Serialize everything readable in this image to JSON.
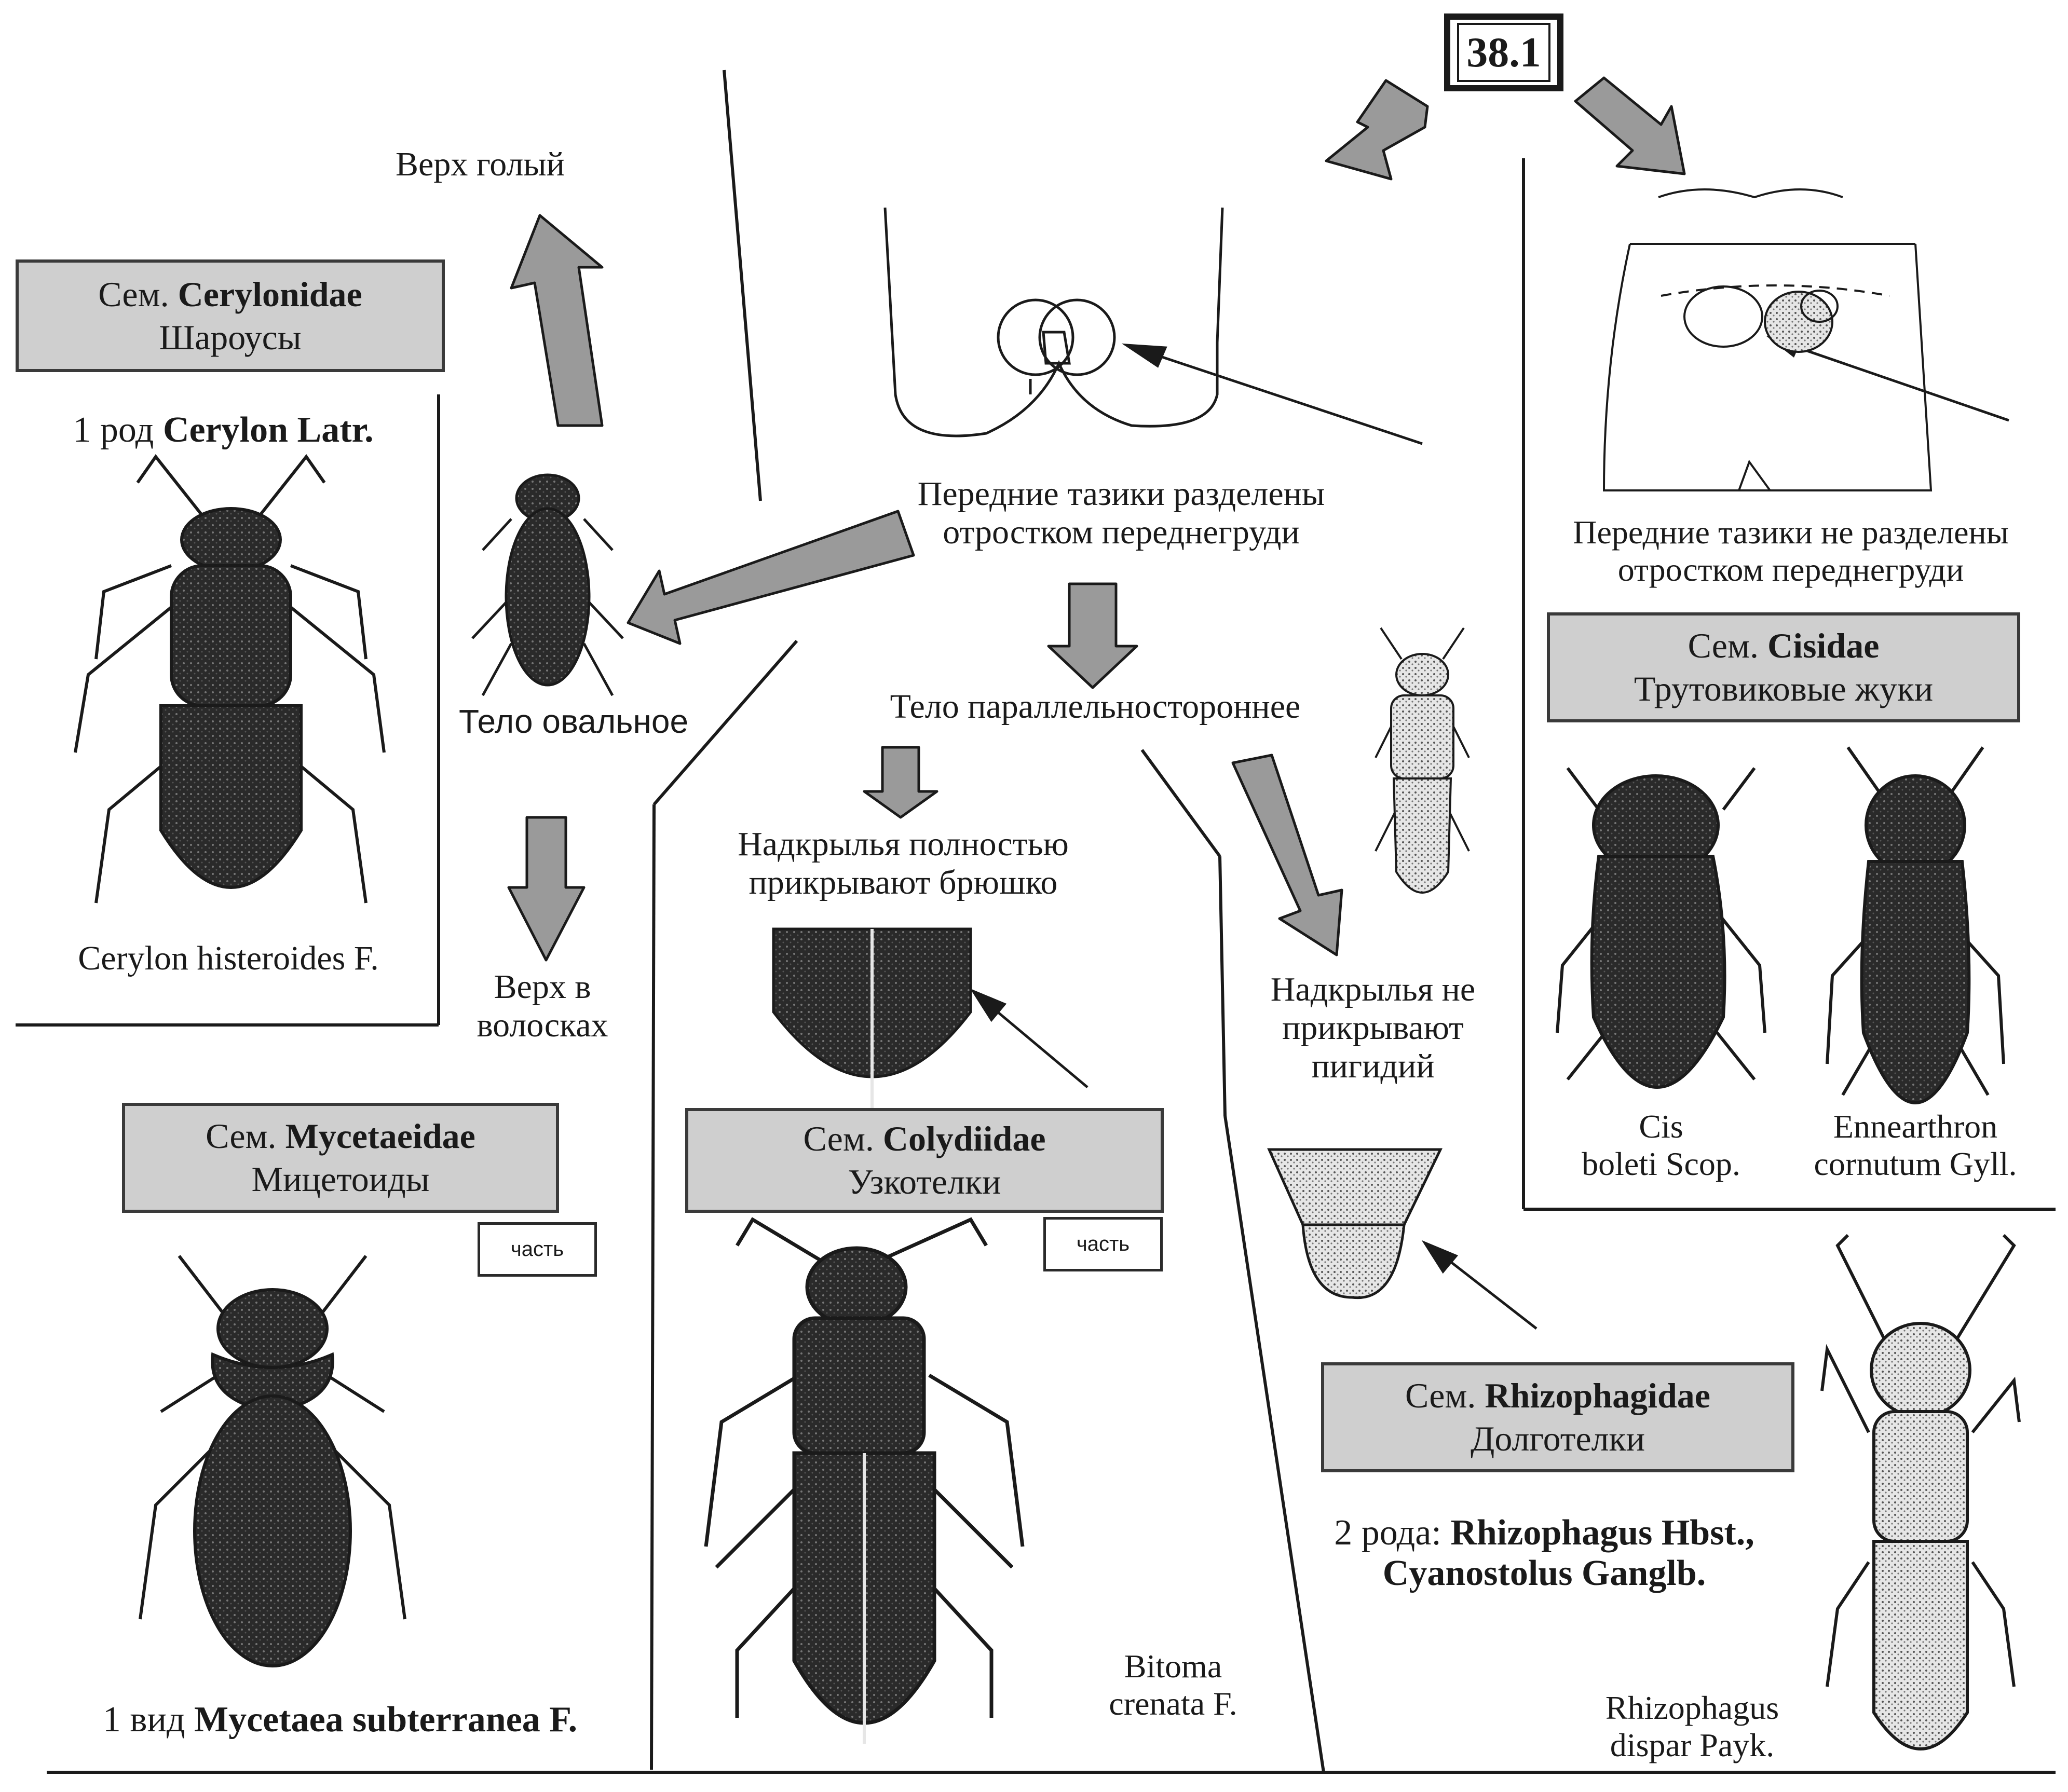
{
  "key_number": "38.1",
  "top_left": {
    "text": "Верх голый"
  },
  "left_split": {
    "line1": "Передние тазики разделены",
    "line2": "отростком переднегруди"
  },
  "right_split": {
    "line1": "Передние тазики не разделены",
    "line2": "отростком переднегруди"
  },
  "oval": {
    "text": "Тело овальное"
  },
  "hairy": {
    "line1": "Верх в",
    "line2": "волосках"
  },
  "parallel": {
    "text": "Тело параллельностороннее"
  },
  "cover_full": {
    "line1": "Надкрылья полностью",
    "line2": "прикрывают брюшко"
  },
  "cover_not": {
    "line1": "Надкрылья не",
    "line2": "прикрывают",
    "line3": "пигидий"
  },
  "families": {
    "cerylonidae": {
      "prefix": "Сем. ",
      "latin": "Cerylonidae",
      "russian": "Шароусы",
      "genus_prefix": "1 род ",
      "genus": "Cerylon Latr.",
      "species": "Cerylon histeroides F."
    },
    "mycetaeidae": {
      "prefix": "Сем. ",
      "latin": "Mycetaeidae",
      "russian": "Мицетоиды",
      "part": "часть",
      "species_prefix": "1 вид ",
      "species": "Mycetaea subterranea F."
    },
    "colydiidae": {
      "prefix": "Сем. ",
      "latin": "Colydiidae",
      "russian": "Узкотелки",
      "part": "часть",
      "species_line1": "Bitoma",
      "species_line2": "crenata F."
    },
    "cisidae": {
      "prefix": "Сем. ",
      "latin": "Cisidae",
      "russian": "Трутовиковые жуки",
      "sp1_line1": "Cis",
      "sp1_line2": "boleti Scop.",
      "sp2_line1": "Ennearthron",
      "sp2_line2": "cornutum Gyll."
    },
    "rhizophagidae": {
      "prefix": "Сем. ",
      "latin": "Rhizophagidae",
      "russian": "Долготелки",
      "genera_prefix": "2 рода: ",
      "genera_line1": "Rhizophagus Hbst.,",
      "genera_line2": "Cyanostolus Ganglb.",
      "species_line1": "Rhizophagus",
      "species_line2": "dispar Payk."
    }
  }
}
